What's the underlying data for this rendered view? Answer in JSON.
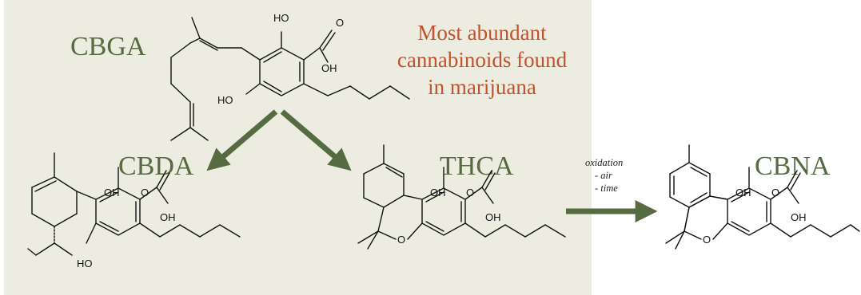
{
  "labels": {
    "cbga": "CBGA",
    "cbda": "CBDA",
    "thca": "THCA",
    "cbna": "CBNA"
  },
  "note": {
    "line1": "Most abundant",
    "line2": "cannabinoids found",
    "line3": "in marijuana"
  },
  "conditions": {
    "line1": "oxidation",
    "line2": "- air",
    "line3": "- time"
  },
  "atoms": {
    "ho": "HO",
    "oh": "OH",
    "o": "O"
  },
  "colors": {
    "panel": "#ecede0",
    "arrow": "#566b42",
    "label": "#566b42",
    "note": "#c0532d"
  }
}
